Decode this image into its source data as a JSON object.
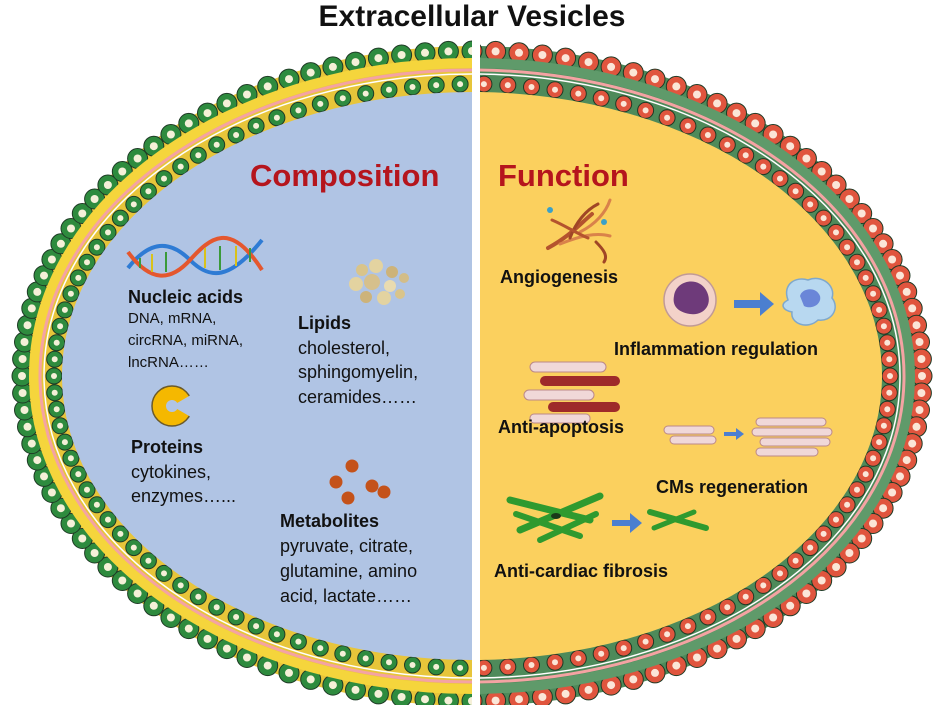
{
  "title": "Extracellular Vesicles",
  "colors": {
    "left_fill": "#b0c4e4",
    "right_fill": "#fbd05e",
    "left_bead": "#2e8b3e",
    "right_bead": "#e0553e",
    "membrane_band": "#f7d23c",
    "heading": "#b5151d"
  },
  "composition": {
    "heading": "Composition",
    "nucleic_acids": {
      "title": "Nucleic acids",
      "lines": [
        "DNA, mRNA,",
        "circRNA, miRNA,",
        "lncRNA……"
      ]
    },
    "lipids": {
      "title": "Lipids",
      "lines": [
        "cholesterol,",
        "sphingomyelin,",
        "ceramides……"
      ]
    },
    "proteins": {
      "title": "Proteins",
      "lines": [
        "cytokines,",
        "enzymes…..."
      ]
    },
    "metabolites": {
      "title": "Metabolites",
      "lines": [
        "pyruvate, citrate,",
        "glutamine, amino",
        "acid, lactate……"
      ]
    }
  },
  "function": {
    "heading": "Function",
    "items": [
      "Angiogenesis",
      "Inflammation regulation",
      "Anti-apoptosis",
      "CMs regeneration",
      "Anti-cardiac fibrosis"
    ]
  }
}
